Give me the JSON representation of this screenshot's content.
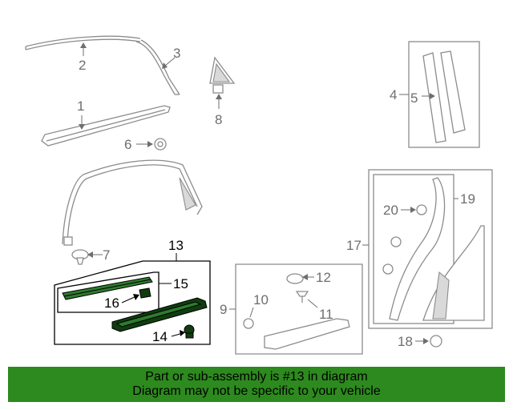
{
  "callouts": {
    "c1": "1",
    "c2": "2",
    "c3": "3",
    "c4": "4",
    "c5": "5",
    "c6": "6",
    "c7": "7",
    "c8": "8",
    "c9": "9",
    "c10": "10",
    "c11": "11",
    "c12": "12",
    "c13": "13",
    "c14": "14",
    "c15": "15",
    "c16": "16",
    "c17": "17",
    "c18": "18",
    "c19": "19",
    "c20": "20"
  },
  "highlight_color": "#2d8a1e",
  "part_color": "#2f7a2f",
  "footer": {
    "line1": "Part or sub-assembly is #13 in diagram",
    "line2": "Diagram may not be specific to your vehicle"
  }
}
